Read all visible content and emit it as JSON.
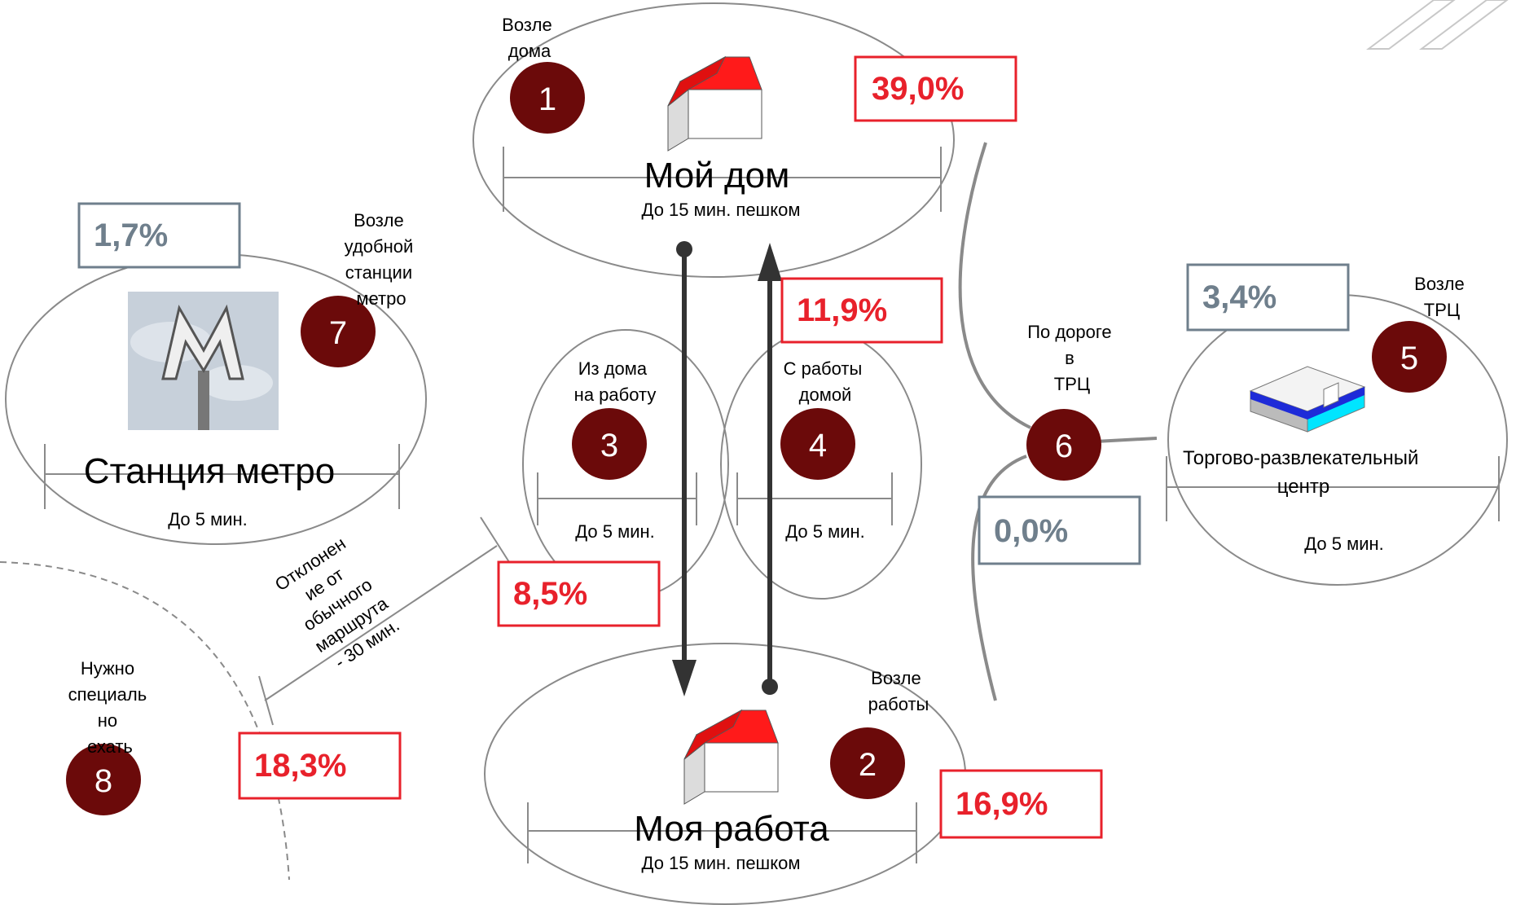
{
  "zones": {
    "home": {
      "title": "Мой дом",
      "time": "До 15 мин. пешком",
      "near": [
        "Возле",
        "дома"
      ],
      "number": "1",
      "pct": "39,0%"
    },
    "work": {
      "title": "Моя работа",
      "time": "До 15 мин. пешком",
      "near": [
        "Возле",
        "работы"
      ],
      "number": "2",
      "pct": "16,9%"
    },
    "home_to_work": {
      "label": [
        "Из дома",
        "на работу"
      ],
      "time": "До 5 мин.",
      "number": "3",
      "pct": "8,5%"
    },
    "work_to_home": {
      "label": [
        "С работы",
        "домой"
      ],
      "time": "До 5 мин.",
      "number": "4",
      "pct": "11,9%"
    },
    "mall": {
      "title": [
        "Торгово-развлекательный",
        "центр"
      ],
      "time": "До 5 мин.",
      "near": [
        "Возле",
        "ТРЦ"
      ],
      "number": "5",
      "pct": "3,4%"
    },
    "to_mall": {
      "label": [
        "По дороге",
        "в",
        "ТРЦ"
      ],
      "number": "6",
      "pct": "0,0%"
    },
    "metro": {
      "title": "Станция метро",
      "time": "До 5 мин.",
      "near": [
        "Возле",
        "удобной",
        "станции",
        "метро"
      ],
      "number": "7",
      "pct": "1,7%"
    },
    "special": {
      "label": [
        "Нужно",
        "специаль",
        "но",
        "ехать"
      ],
      "number": "8",
      "pct": "18,3%"
    },
    "detour": {
      "label": [
        "Отклонен",
        "ие от",
        "обычного",
        "маршрута",
        "- 30 мин."
      ]
    }
  },
  "colors": {
    "red": "#e8212b",
    "gray": "#6f7f8c",
    "badge": "#6b0a0a",
    "outline": "#8a8a8a"
  }
}
